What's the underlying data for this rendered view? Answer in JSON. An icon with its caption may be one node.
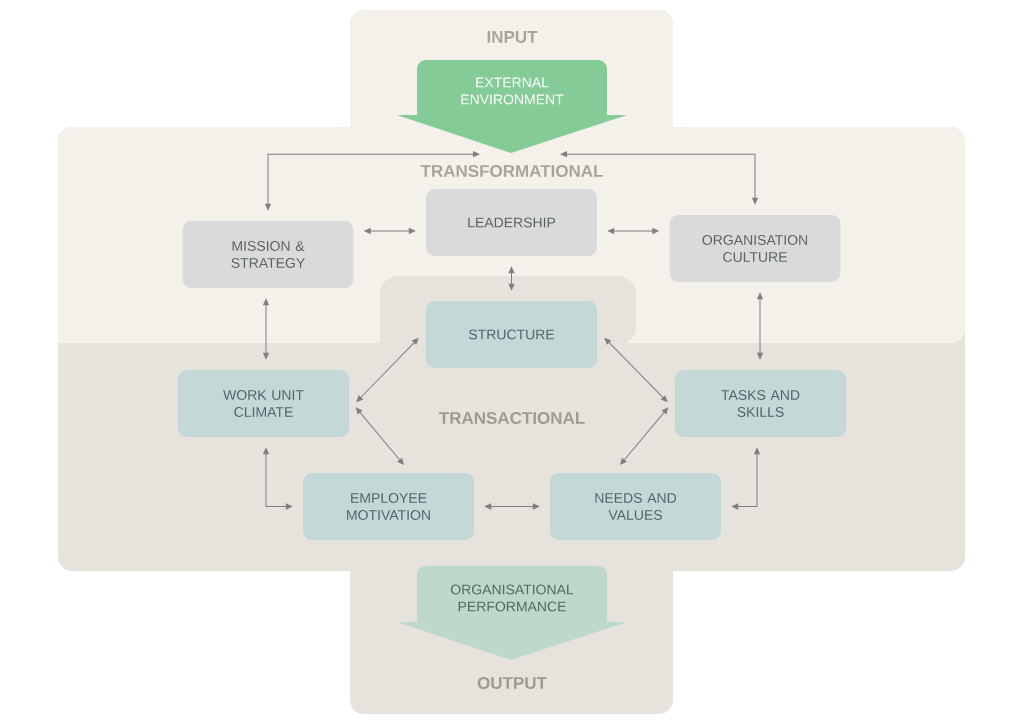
{
  "diagram": {
    "nodes": [
      {
        "text": [
          "EXTERNAL ENVIRONMENT"
        ]
      },
      {
        "text": [
          "LEADERSHIP"
        ]
      },
      {
        "text": [
          "MISSION & STRATEGY"
        ]
      },
      {
        "text": [
          "ORGANISATION CULTURE"
        ]
      },
      {
        "text": [
          "STRUCTURE"
        ]
      },
      {
        "text": [
          "WORK UNIT CLIMATE"
        ]
      },
      {
        "text": [
          "TASKS AND SKILLS"
        ]
      },
      {
        "text": [
          "EMPLOYEE MOTIVATION"
        ]
      },
      {
        "text": [
          "NEEDS AND VALUES"
        ]
      },
      {
        "text": [
          "ORGANISATIONAL PERFORMANCE"
        ]
      }
    ],
    "edges": [
      {
        "from": 2,
        "to": 0,
        "arrow": "both"
      },
      {
        "from": 3,
        "to": 0,
        "arrow": "both"
      },
      {
        "from": 2,
        "to": 1,
        "arrow": "both"
      },
      {
        "from": 1,
        "to": 3,
        "arrow": "both"
      },
      {
        "from": 1,
        "to": 4,
        "arrow": "both"
      },
      {
        "from": 2,
        "to": 5,
        "arrow": "both"
      },
      {
        "from": 3,
        "to": 6,
        "arrow": "both"
      },
      {
        "from": 5,
        "to": 4,
        "arrow": "both"
      },
      {
        "from": 4,
        "to": 6,
        "arrow": "both"
      },
      {
        "from": 5,
        "to": 7,
        "arrow": "both"
      },
      {
        "from": 6,
        "to": 8,
        "arrow": "both"
      },
      {
        "from": 5,
        "to": 7,
        "arrow": "both"
      },
      {
        "from": 6,
        "to": 8,
        "arrow": "both"
      },
      {
        "from": 7,
        "to": 8,
        "arrow": "both"
      }
    ],
    "labels": [
      "INPUT",
      "TRANSFORMATIONAL",
      "TRANSACTIONAL",
      "OUTPUT"
    ]
  }
}
